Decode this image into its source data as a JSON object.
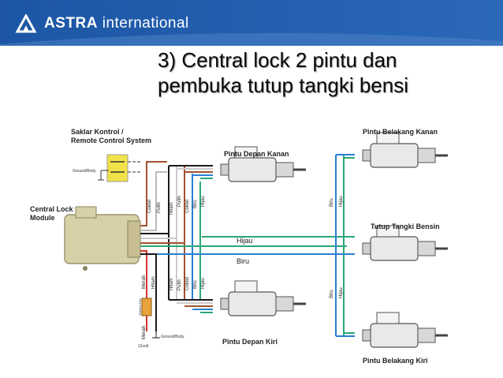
{
  "header": {
    "brand_bold": "ASTRA",
    "brand_rest": "international"
  },
  "slide": {
    "title_line1": "3) Central lock 2 pintu dan",
    "title_line2": "pembuka tutup tangki bensi"
  },
  "diagram": {
    "switch_label_1": "Saklar Kontrol /",
    "switch_label_2": "Remote Control System",
    "ground_label": "Ground/Body",
    "module_label_1": "Central Lock",
    "module_label_2": "Module",
    "front_right": "Pintu Depan Kanan",
    "front_left": "Pintu Depan Kiri",
    "rear_right": "Pintu Belakang Kanan",
    "rear_left": "Pintu Belakang Kiri",
    "fuel_lid": "Tutup Tangki Bensin",
    "wire_green": "Hijau",
    "wire_blue": "Biru",
    "wire_brown": "Coklat",
    "wire_white": "Putih",
    "wire_black": "Hitam",
    "wire_red": "Merah",
    "battery": "12volt",
    "fuse": "Sekring 15A",
    "colors": {
      "header_blue": "#1c56a5",
      "green": "#2aa876",
      "blue": "#2a7fd4",
      "red": "#d9312b",
      "brown": "#a0522d",
      "black": "#1a1a1a",
      "module": "#d8d0a6",
      "switch": "#f2e24a",
      "fuse": "#e8a23a"
    }
  }
}
